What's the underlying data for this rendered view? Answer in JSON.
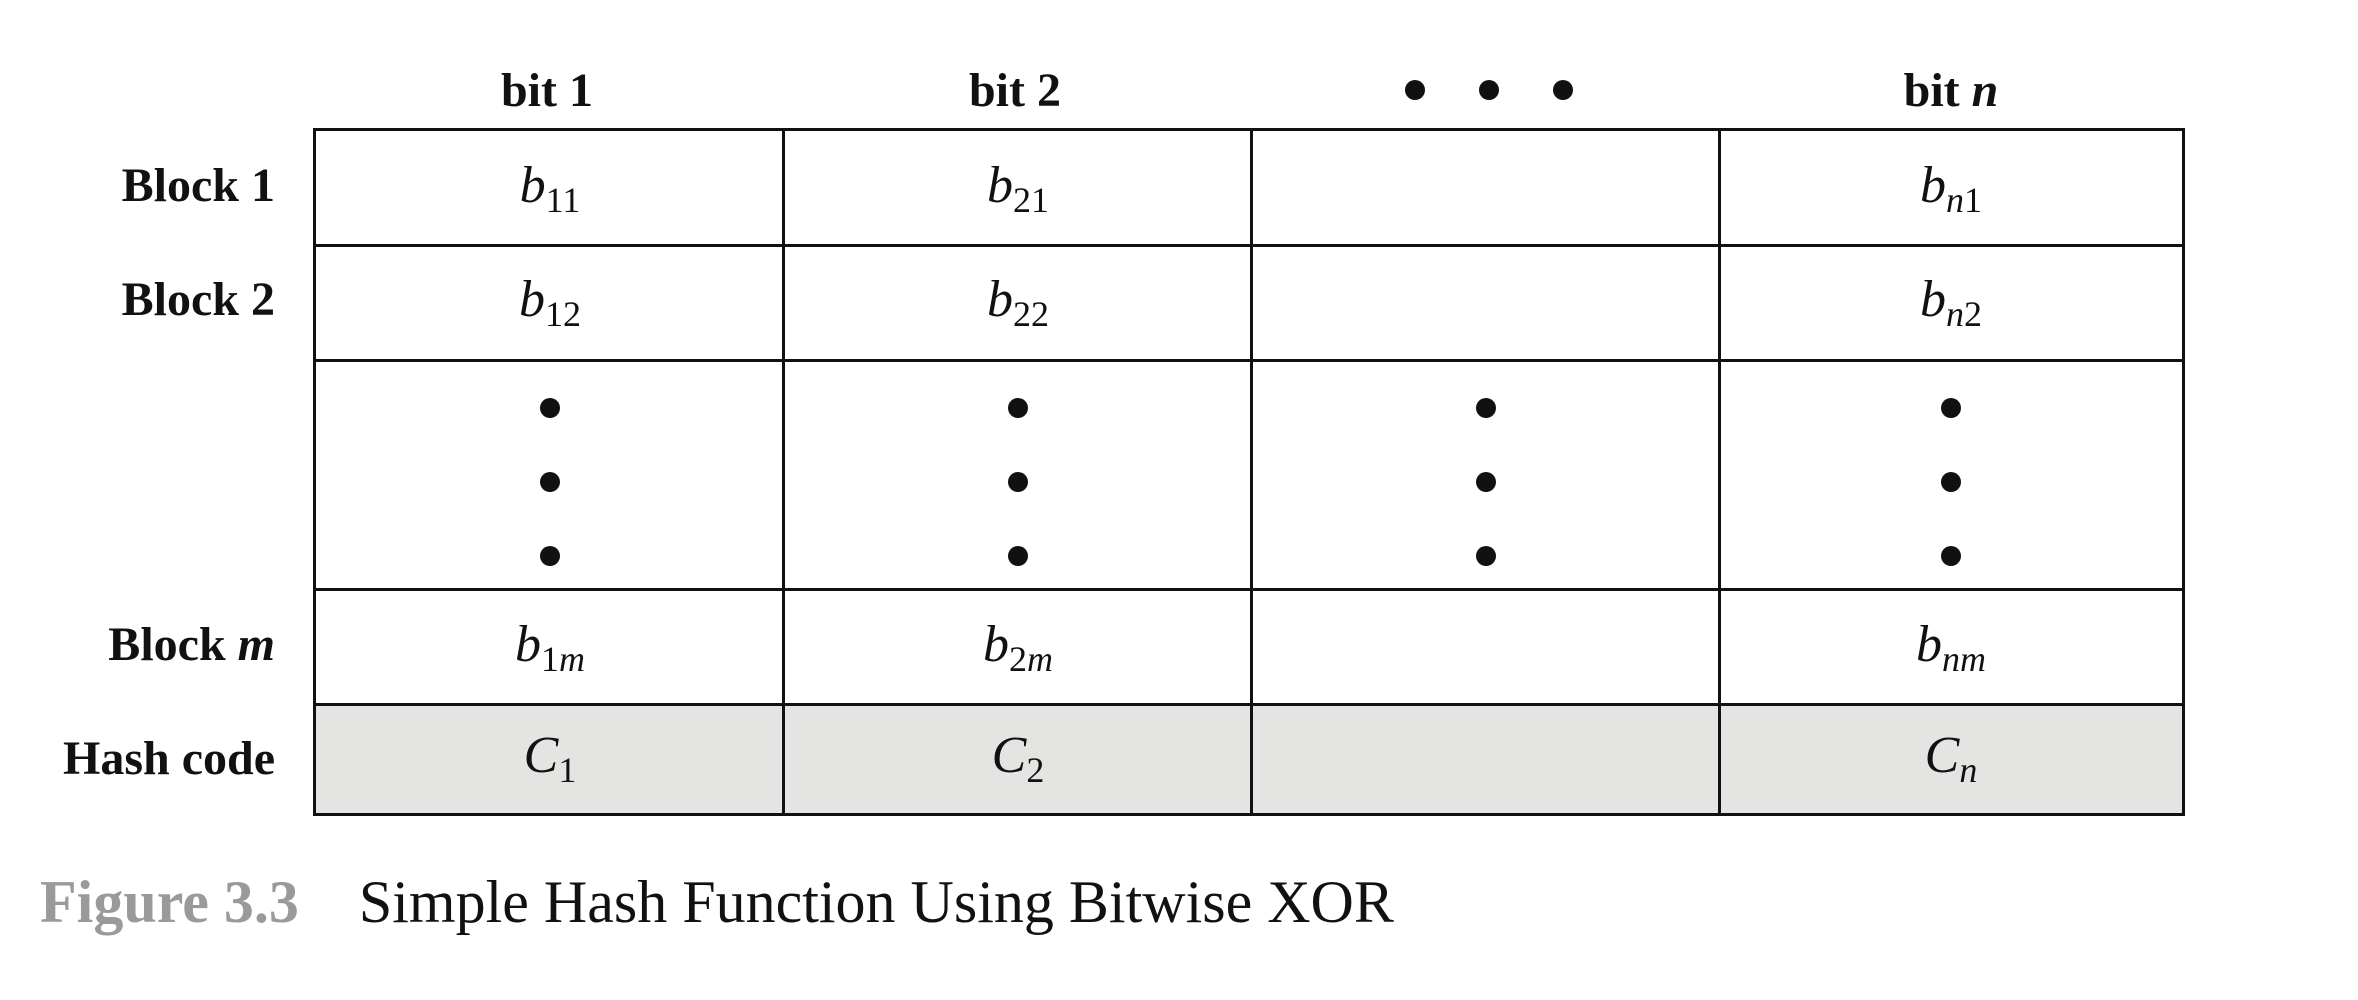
{
  "columns": {
    "col1": {
      "prefix": "bit ",
      "var": "",
      "num": "1"
    },
    "col2": {
      "prefix": "bit ",
      "var": "",
      "num": "2"
    },
    "col3_ellipsis": "• • •",
    "col4": {
      "prefix": "bit ",
      "var": "n",
      "num": ""
    }
  },
  "rows": {
    "block1": {
      "prefix": "Block ",
      "var": "",
      "num": "1"
    },
    "block2": {
      "prefix": "Block ",
      "var": "",
      "num": "2"
    },
    "blockm": {
      "prefix": "Block ",
      "var": "m",
      "num": ""
    },
    "hash": {
      "prefix": "Hash code",
      "var": "",
      "num": ""
    }
  },
  "cells": {
    "r1": [
      {
        "sym": "b",
        "sub_num": "11",
        "sub_var": ""
      },
      {
        "sym": "b",
        "sub_num": "21",
        "sub_var": ""
      },
      null,
      {
        "sym": "b",
        "sub_var": "n",
        "sub_num": "1"
      }
    ],
    "r2": [
      {
        "sym": "b",
        "sub_num": "12",
        "sub_var": ""
      },
      {
        "sym": "b",
        "sub_num": "22",
        "sub_var": ""
      },
      null,
      {
        "sym": "b",
        "sub_var": "n",
        "sub_num": "2"
      }
    ],
    "rm": [
      {
        "sym": "b",
        "sub_num": "1",
        "sub_var": "m"
      },
      {
        "sym": "b",
        "sub_num": "2",
        "sub_var": "m"
      },
      null,
      {
        "sym": "b",
        "sub_var": "nm",
        "sub_num": ""
      }
    ],
    "hash": [
      {
        "sym": "C",
        "sub_num": "1",
        "sub_var": ""
      },
      {
        "sym": "C",
        "sub_num": "2",
        "sub_var": ""
      },
      null,
      {
        "sym": "C",
        "sub_var": "n",
        "sub_num": ""
      }
    ]
  },
  "caption": {
    "label": "Figure 3.3",
    "title": "Simple Hash Function Using Bitwise XOR"
  },
  "colors": {
    "line": "#111111",
    "hash_row_fill": "#e4e4e2",
    "caption_label": "#9a9a9a"
  }
}
